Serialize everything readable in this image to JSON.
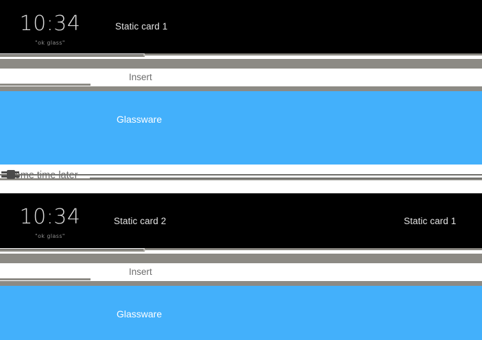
{
  "page": {
    "background": "#ffffff",
    "accent_blue": "#43b0fb",
    "bar_grey": "#8c8a84",
    "card_black": "#000000"
  },
  "sequences": [
    {
      "id": "sequence-1",
      "card": {
        "clock_time": "10:34",
        "voice_hint": "\"ok glass\"",
        "captions": [
          {
            "text": "Static card 1",
            "align": "center"
          }
        ]
      },
      "insert": {
        "label": "Insert"
      },
      "glassware": {
        "label": "Glassware"
      }
    },
    {
      "id": "sequence-2",
      "card": {
        "clock_time": "10:34",
        "voice_hint": "\"ok glass\"",
        "captions": [
          {
            "text": "Static card 2",
            "align": "center"
          },
          {
            "text": "Static card 1",
            "align": "right"
          }
        ]
      },
      "insert": {
        "label": "Insert"
      },
      "glassware": {
        "label": "Glassware"
      }
    }
  ],
  "divider": {
    "caption": "Some time later"
  }
}
